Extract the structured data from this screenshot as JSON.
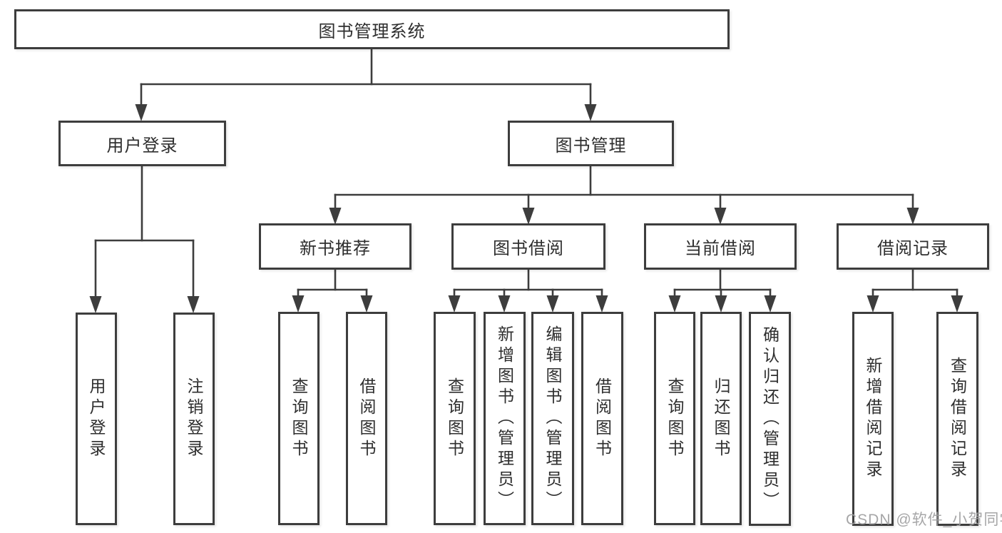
{
  "colors": {
    "line": "#3d3d3d",
    "text": "#2e2e2e",
    "background": "#ffffff",
    "watermark": "#9e9ea0"
  },
  "root": {
    "label": "图书管理系统"
  },
  "branches": [
    {
      "label": "用户登录",
      "children": [
        "用户登录",
        "注销登录"
      ]
    },
    {
      "label": "图书管理",
      "children": [
        {
          "label": "新书推荐",
          "children": [
            "查询图书",
            "借阅图书"
          ]
        },
        {
          "label": "图书借阅",
          "children": [
            "查询图书",
            "新增图书（管理员）",
            "编辑图书（管理员）",
            "借阅图书"
          ]
        },
        {
          "label": "当前借阅",
          "children": [
            "查询图书",
            "归还图书",
            "确认归还（管理员）"
          ]
        },
        {
          "label": "借阅记录",
          "children": [
            "新增借阅记录",
            "查询借阅记录"
          ]
        }
      ]
    }
  ],
  "watermark": "CSDN @软件_小贺同学"
}
